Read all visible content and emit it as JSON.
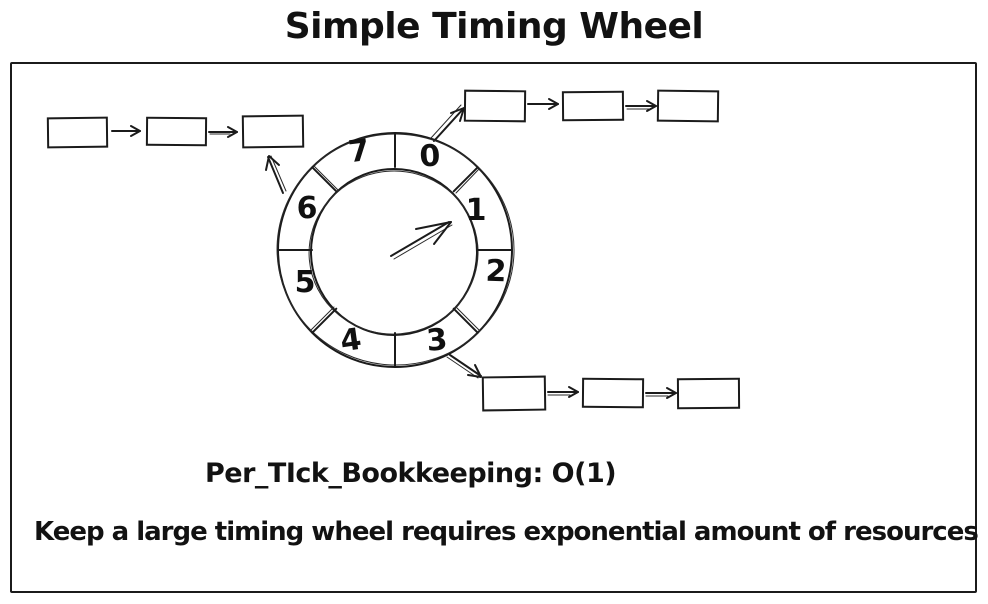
{
  "title": "Simple Timing Wheel",
  "wheel": {
    "segments": [
      "0",
      "1",
      "2",
      "3",
      "4",
      "5",
      "6",
      "7"
    ],
    "pointer_target": "1"
  },
  "lists": [
    {
      "position": "top-left",
      "nodes": 3,
      "attached_near_segment": "6"
    },
    {
      "position": "top-right",
      "nodes": 3,
      "attached_near_segment": "0"
    },
    {
      "position": "bottom-right",
      "nodes": 3,
      "attached_near_segment": "3"
    }
  ],
  "notes": {
    "bookkeeping": "Per_TIck_Bookkeeping: O(1)",
    "caption": "Keep a large timing wheel requires exponential amount of resources"
  },
  "icons": {
    "next_pointer": "right-arrow",
    "bucket_pointer": "diagonal-arrow",
    "wheel_hand": "clock-hand-arrow"
  },
  "colors": {
    "ink": "#1b1b1b",
    "background": "#ffffff"
  }
}
